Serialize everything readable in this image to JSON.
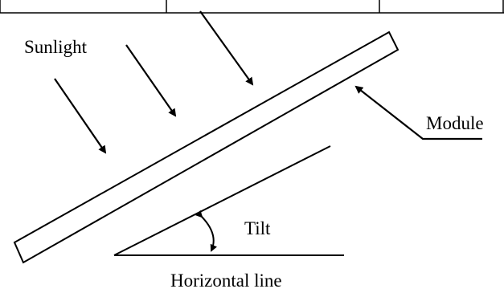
{
  "labels": {
    "sunlight": "Sunlight",
    "module": "Module",
    "tilt": "Tilt",
    "horizontal": "Horizontal line"
  },
  "colors": {
    "ink": "#000000",
    "background": "#ffffff"
  },
  "icons": {
    "arrowhead": "solid-triangle-arrowhead"
  }
}
